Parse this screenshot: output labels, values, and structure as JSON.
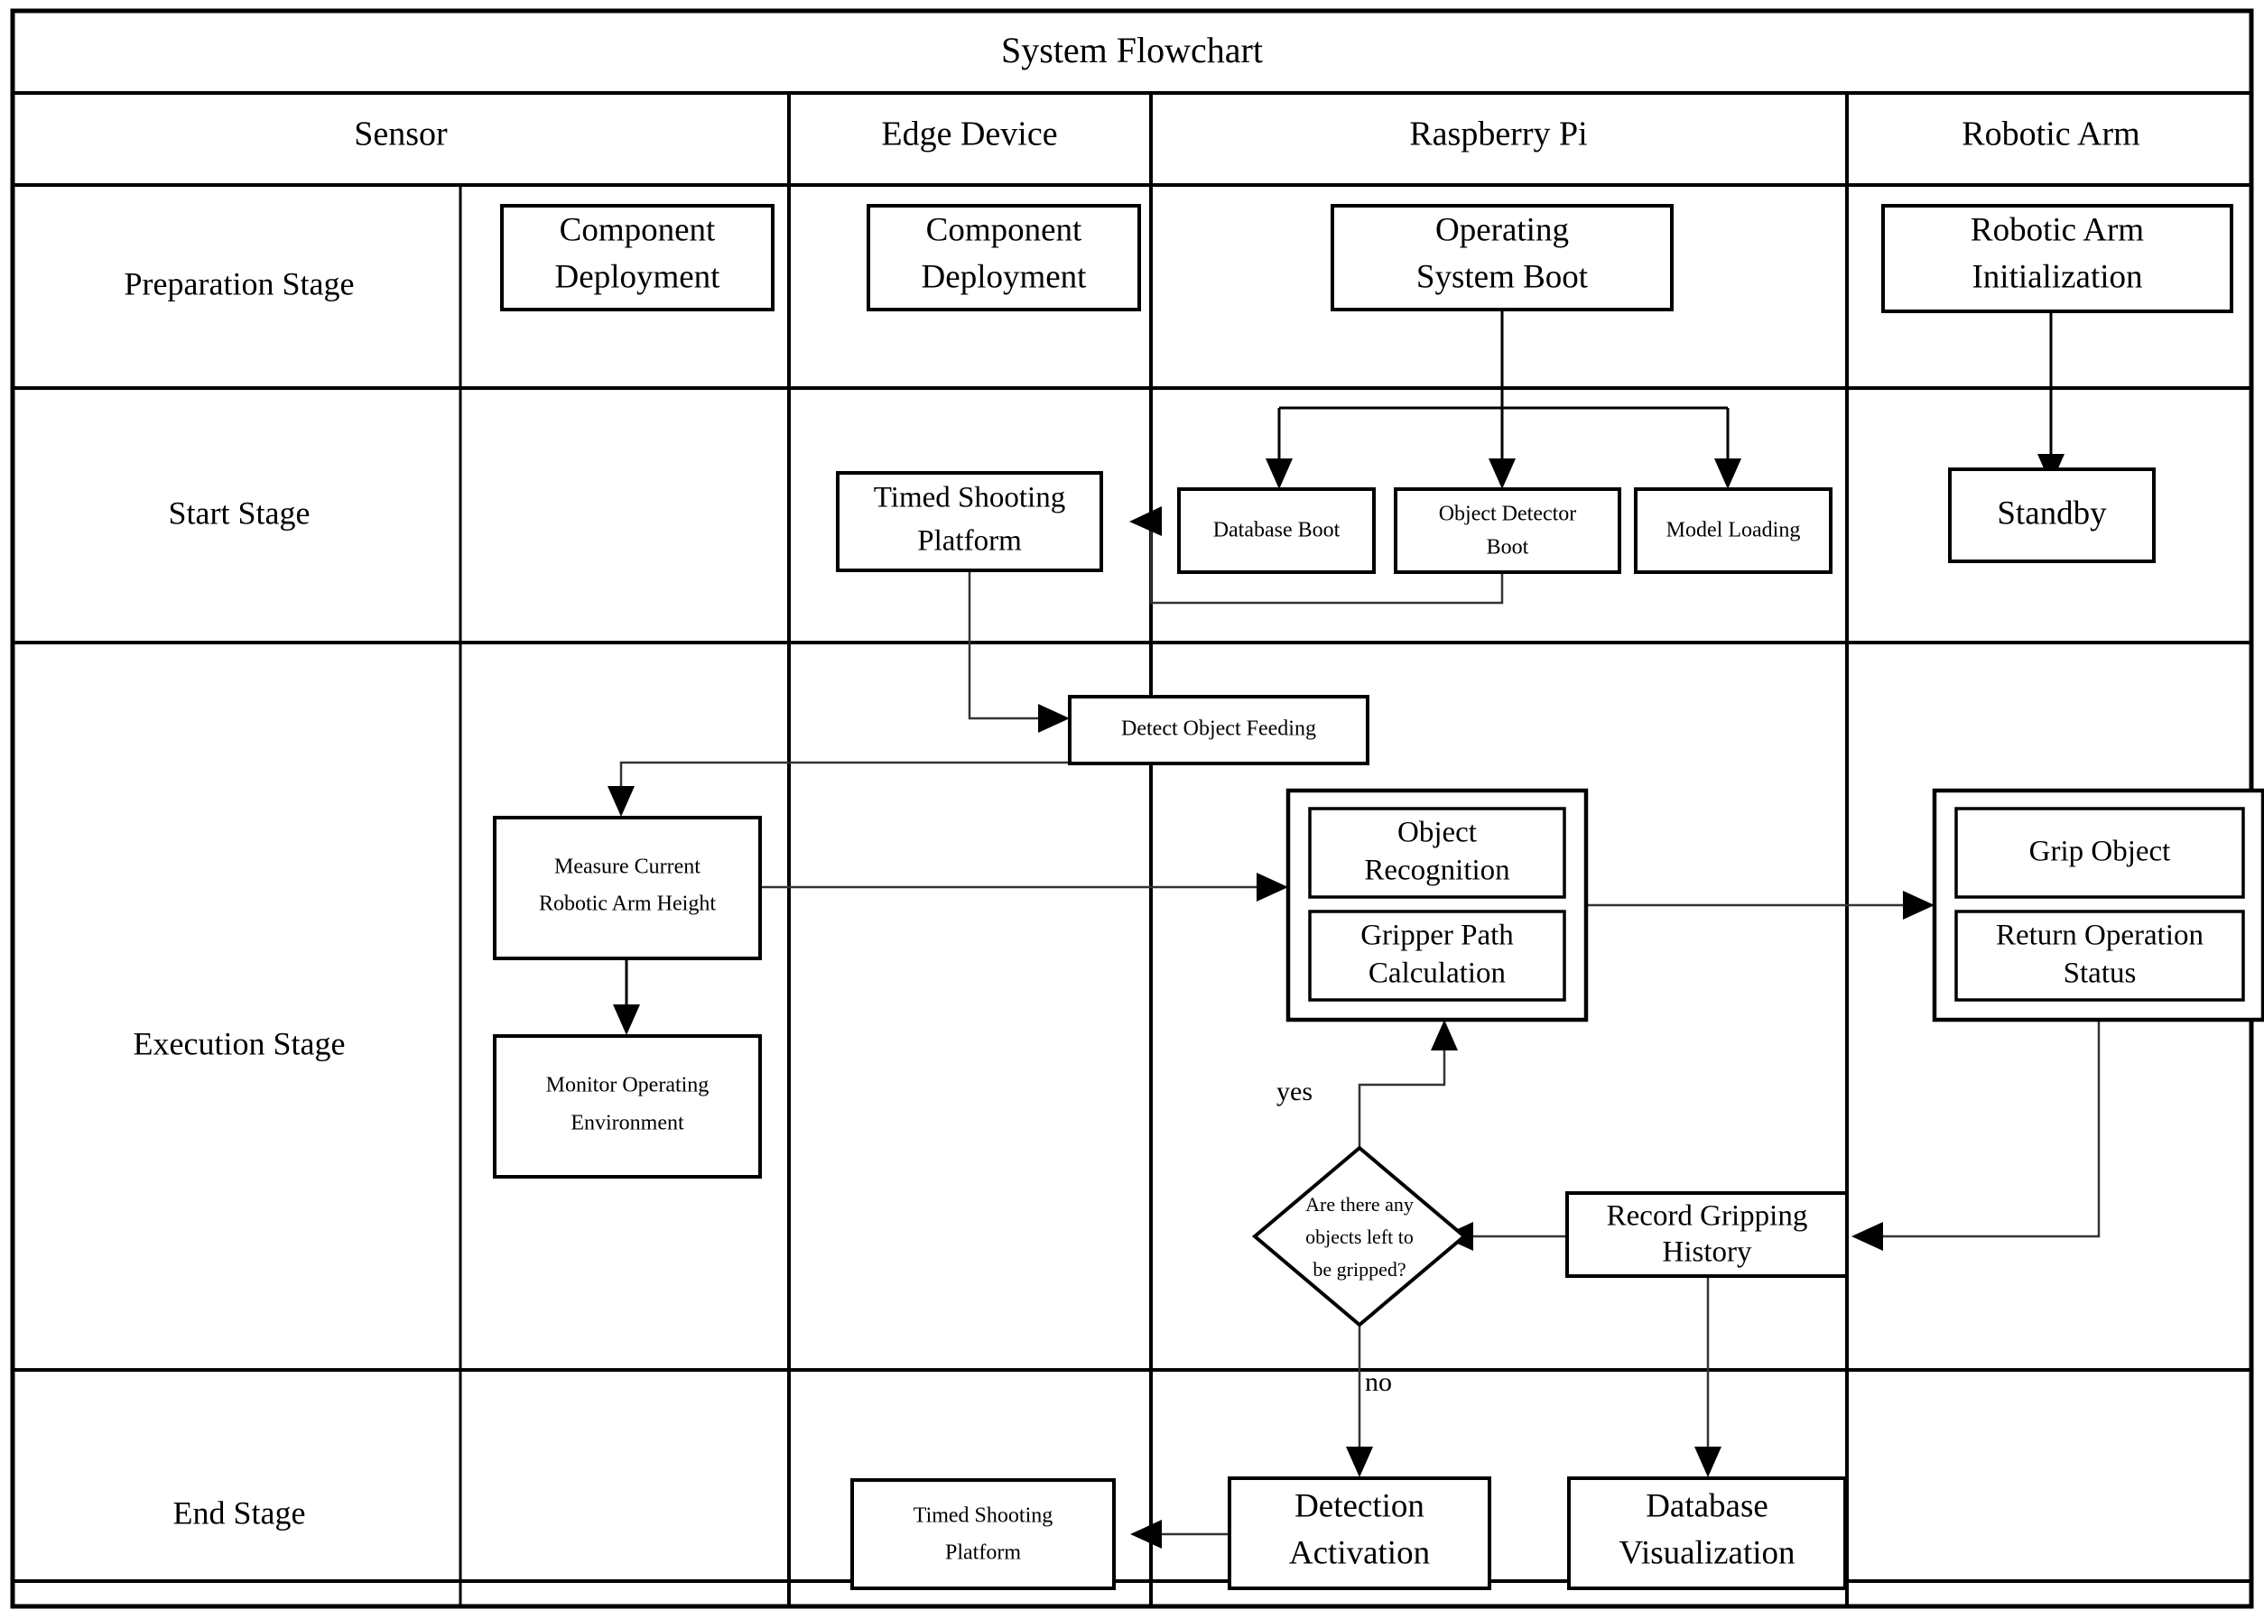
{
  "title": "System Flowchart",
  "columns": [
    {
      "id": "stage-label",
      "label": ""
    },
    {
      "id": "sensor",
      "label": "Sensor"
    },
    {
      "id": "edge-device",
      "label": "Edge Device"
    },
    {
      "id": "raspberry-pi",
      "label": "Raspberry Pi"
    },
    {
      "id": "robotic-arm",
      "label": "Robotic Arm"
    }
  ],
  "stages": [
    {
      "id": "preparation",
      "label": "Preparation Stage"
    },
    {
      "id": "start",
      "label": "Start Stage"
    },
    {
      "id": "execution",
      "label": "Execution Stage"
    },
    {
      "id": "end",
      "label": "End Stage"
    }
  ],
  "nodes": {
    "sensor_component_deployment": {
      "line1": "Component",
      "line2": "Deployment"
    },
    "edge_component_deployment": {
      "line1": "Component",
      "line2": "Deployment"
    },
    "operating_system_boot": {
      "line1": "Operating",
      "line2": "System Boot"
    },
    "robotic_arm_initialization": {
      "line1": "Robotic Arm",
      "line2": "Initialization"
    },
    "timed_shooting_platform_start": {
      "line1": "Timed Shooting",
      "line2": "Platform"
    },
    "database_boot": {
      "line1": "Database Boot",
      "line2": ""
    },
    "object_detector_boot": {
      "line1": "Object Detector",
      "line2": "Boot"
    },
    "model_loading": {
      "line1": "Model Loading",
      "line2": ""
    },
    "standby": {
      "line1": "Standby",
      "line2": ""
    },
    "detect_object_feeding": {
      "line1": "Detect Object Feeding",
      "line2": ""
    },
    "measure_current_robotic_arm_height": {
      "line1": "Measure Current",
      "line2": "Robotic Arm Height"
    },
    "monitor_operating_environment": {
      "line1": "Monitor Operating",
      "line2": "Environment"
    },
    "object_recognition": {
      "line1": "Object",
      "line2": "Recognition"
    },
    "gripper_path_calculation": {
      "line1": "Gripper Path",
      "line2": "Calculation"
    },
    "grip_object": {
      "line1": "Grip Object",
      "line2": ""
    },
    "return_operation_status": {
      "line1": "Return Operation",
      "line2": "Status"
    },
    "decision_objects_left": {
      "line1": "Are there any",
      "line2": "objects left to",
      "line3": "be gripped?"
    },
    "record_gripping_history": {
      "line1": "Record Gripping",
      "line2": "History"
    },
    "timed_shooting_platform_end": {
      "line1": "Timed Shooting",
      "line2": "Platform"
    },
    "detection_activation": {
      "line1": "Detection",
      "line2": "Activation"
    },
    "database_visualization": {
      "line1": "Database",
      "line2": "Visualization"
    }
  },
  "edge_labels": {
    "yes": "yes",
    "no": "no"
  },
  "colors": {
    "background": "#ffffff",
    "line": "#000000",
    "text": "#000000"
  }
}
